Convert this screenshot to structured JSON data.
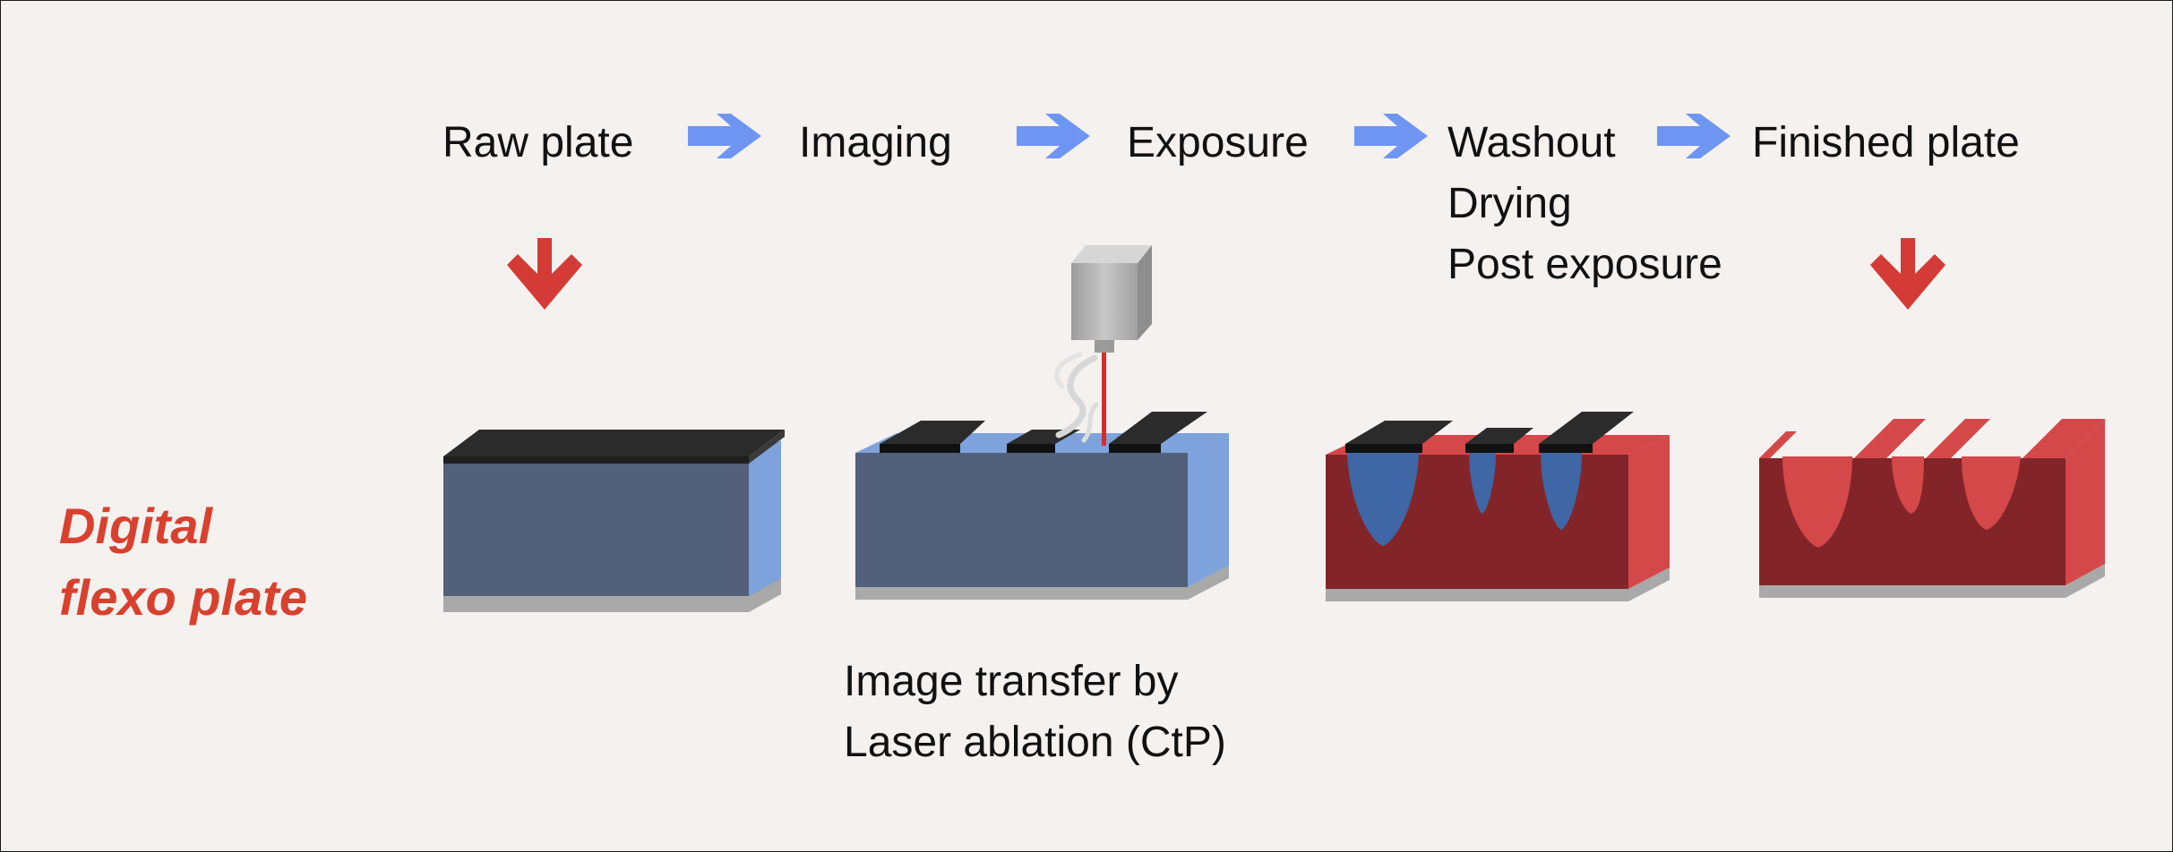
{
  "steps": [
    {
      "label": "Raw plate"
    },
    {
      "label": "Imaging"
    },
    {
      "label": "Exposure"
    },
    {
      "label": "Washout"
    },
    {
      "label": "Finished plate"
    }
  ],
  "washout_substeps": [
    "Drying",
    "Post exposure"
  ],
  "imaging_caption": [
    "Image transfer by",
    "Laser ablation (CtP)"
  ],
  "side_label": [
    "Digital",
    "flexo plate"
  ],
  "icons": {
    "flow_arrow": "chevron-right-arrow-icon",
    "down_arrow": "down-arrow-icon"
  },
  "colors": {
    "flow_arrow": "#6f95f3",
    "down_arrow": "#d43b36",
    "side_label": "#d8412e",
    "photopolymer_front": "#526079",
    "photopolymer_side": "#7ea2dc",
    "mask": "#2b2b2b",
    "washed_front": "#832429",
    "washed_side": "#d4484a",
    "base": "#a9a9a9",
    "laser": "#d62c2c"
  }
}
